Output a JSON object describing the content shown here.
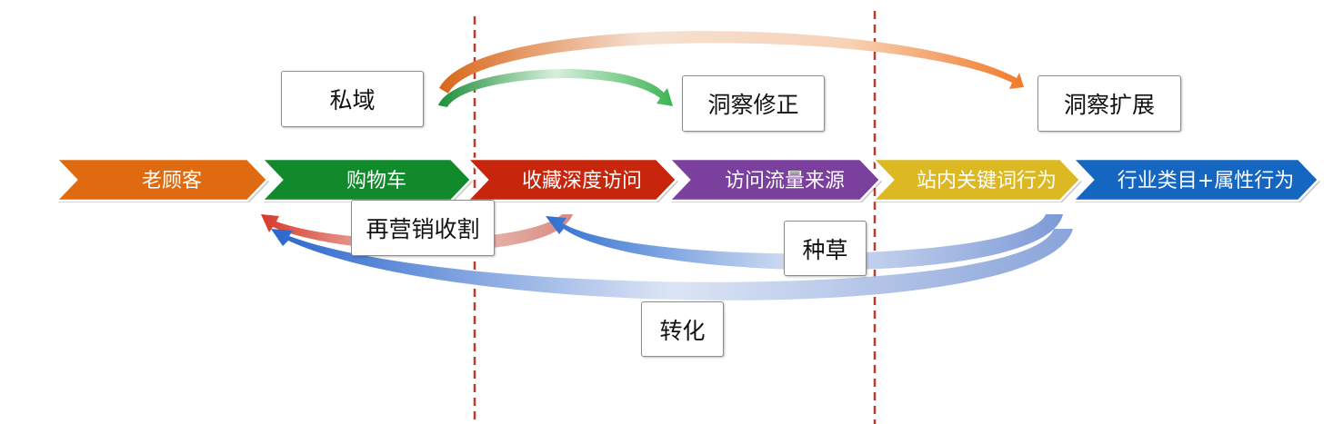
{
  "stages": [
    {
      "label": "老顾客",
      "color": "#e06a10"
    },
    {
      "label": "购物车",
      "color": "#118a2c"
    },
    {
      "label": "收藏深度访问",
      "color": "#c8260c"
    },
    {
      "label": "访问流量来源",
      "color": "#7b3f9e"
    },
    {
      "label": "站内关键词行为",
      "color": "#dcb923"
    },
    {
      "label": "行业类目+属性行为",
      "color": "#1466c1"
    }
  ],
  "labels": {
    "private_domain": "私域",
    "insight_correction": "洞察修正",
    "insight_expansion": "洞察扩展",
    "remarketing": "再营销收割",
    "seeding": "种草",
    "conversion": "转化"
  },
  "divider_color": "#c0392b",
  "arrow_colors": {
    "orange": "#f07a2a",
    "green": "#2ea84a",
    "red": "#d63a2a",
    "blue": "#2f6fd0"
  }
}
